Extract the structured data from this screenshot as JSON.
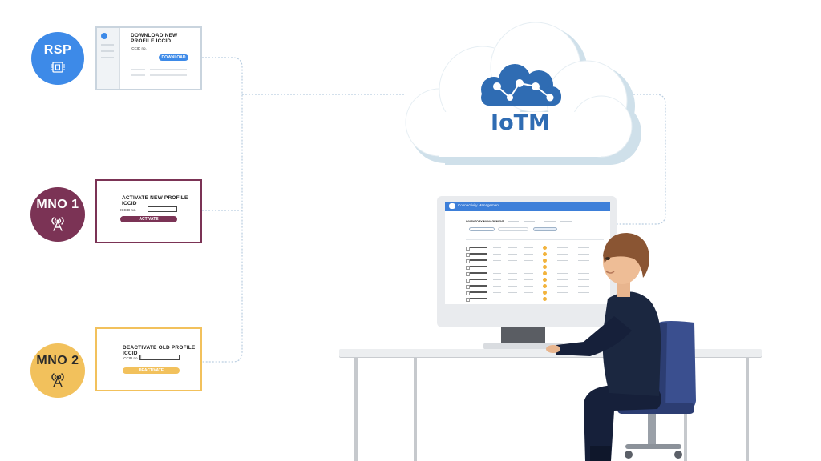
{
  "nodes": {
    "rsp": {
      "label": "RSP",
      "color": "#3d8ae8",
      "icon": "chip-icon"
    },
    "mno1": {
      "label": "MNO 1",
      "color": "#7b3355",
      "icon": "antenna-icon"
    },
    "mno2": {
      "label": "MNO 2",
      "color": "#f2c15c",
      "icon": "antenna-icon"
    }
  },
  "cards": {
    "download": {
      "title": "DOWNLOAD NEW PROFILE ICCID",
      "field_label": "ICCID no.",
      "button": "DOWNLOAD",
      "button_color": "#3d8ae8"
    },
    "activate": {
      "title": "ACTIVATE NEW PROFILE ICCID",
      "field_label": "ICCID no.",
      "button": "ACTIVATE",
      "button_color": "#7b3355"
    },
    "deactivate": {
      "title": "DEACTIVATE OLD PROFILE ICCID",
      "field_label": "ICCID no.",
      "field_value": "|",
      "button": "DEACTIVATE",
      "button_color": "#f2c15c"
    }
  },
  "cloud": {
    "logo_text": "IoTM",
    "logo_color": "#2f6cb3"
  },
  "screen": {
    "header_title": "Connectivity Management",
    "section_title": "INVENTORY MANAGEMENT",
    "header_color": "#3d7fd9"
  }
}
